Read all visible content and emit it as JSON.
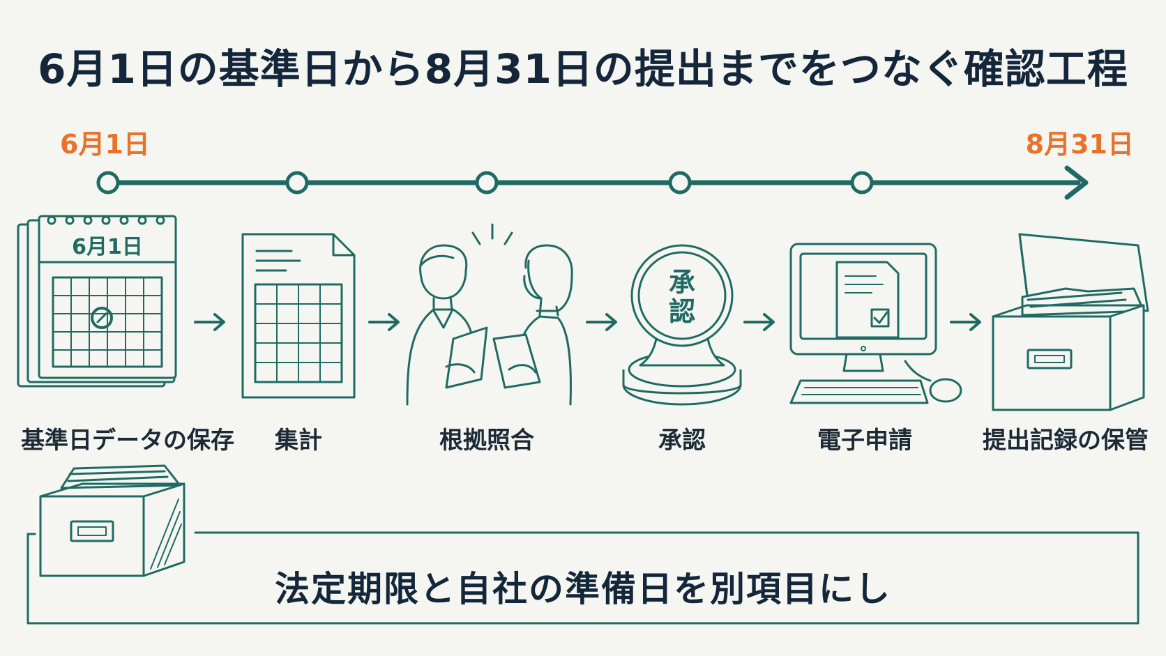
{
  "title": "6月1日の基準日から8月31日の提出までをつなぐ確認工程",
  "timeline": {
    "start_date": "6月1日",
    "end_date": "8月31日"
  },
  "steps": [
    {
      "label": "基準日データの保存",
      "icon": "calendar-icon",
      "calendar_text": "6月1日"
    },
    {
      "label": "集計",
      "icon": "spreadsheet-document-icon"
    },
    {
      "label": "根拠照合",
      "icon": "two-people-checking-documents-icon"
    },
    {
      "label": "承認",
      "icon": "approval-stamp-icon",
      "stamp_text": "承認"
    },
    {
      "label": "電子申請",
      "icon": "computer-icon"
    },
    {
      "label": "提出記録の保管",
      "icon": "file-box-icon"
    }
  ],
  "note": {
    "text": "法定期限と自社の準備日を別項目にし",
    "icon": "file-box-icon"
  },
  "colors": {
    "background": "#f5f5f2",
    "ink": "#1f6b63",
    "date_accent": "#e8722a",
    "text": "#14273a"
  }
}
